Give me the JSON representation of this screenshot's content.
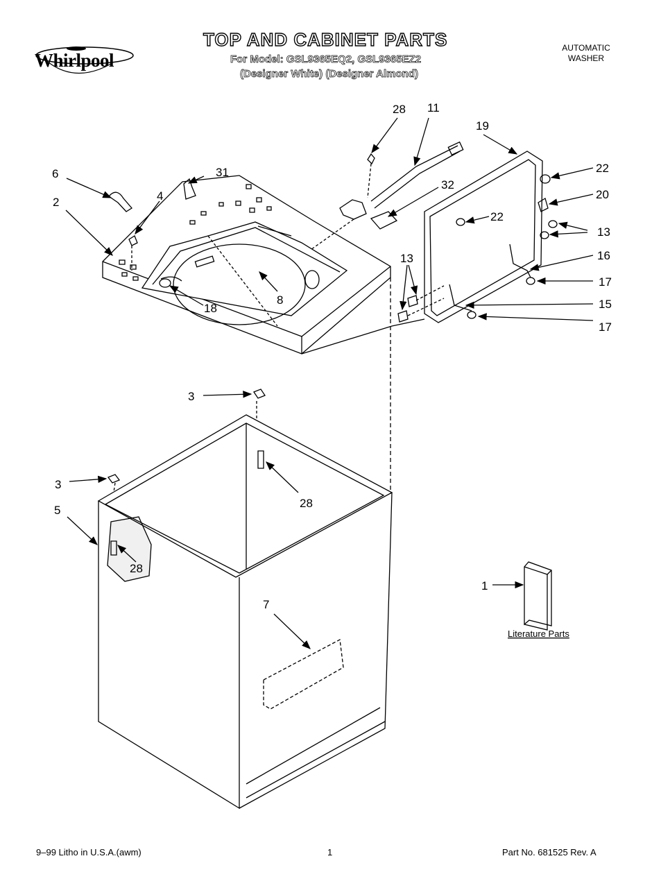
{
  "header": {
    "brand": "Whirlpool",
    "title": "TOP AND CABINET PARTS",
    "model_line": "For Model: GSL9365EQ2, GSL9365EZ2",
    "color_line": "(Designer White) (Designer Almond)",
    "product_line1": "AUTOMATIC",
    "product_line2": "WASHER"
  },
  "callouts": {
    "c28a": "28",
    "c11": "11",
    "c19": "19",
    "c6": "6",
    "c31": "31",
    "c32": "32",
    "c22a": "22",
    "c20": "20",
    "c4": "4",
    "c2": "2",
    "c22b": "22",
    "c13a": "13",
    "c16": "16",
    "c13b": "13",
    "c17a": "17",
    "c15": "15",
    "c17b": "17",
    "c18": "18",
    "c8": "8",
    "c3a": "3",
    "c28b": "28",
    "c3b": "3",
    "c5": "5",
    "c28c": "28",
    "c7": "7",
    "c1": "1"
  },
  "literature_label": "Literature Parts",
  "footer": {
    "left": "9–99 Litho in U.S.A.(awm)",
    "center": "1",
    "right": "Part No. 681525 Rev. A"
  }
}
